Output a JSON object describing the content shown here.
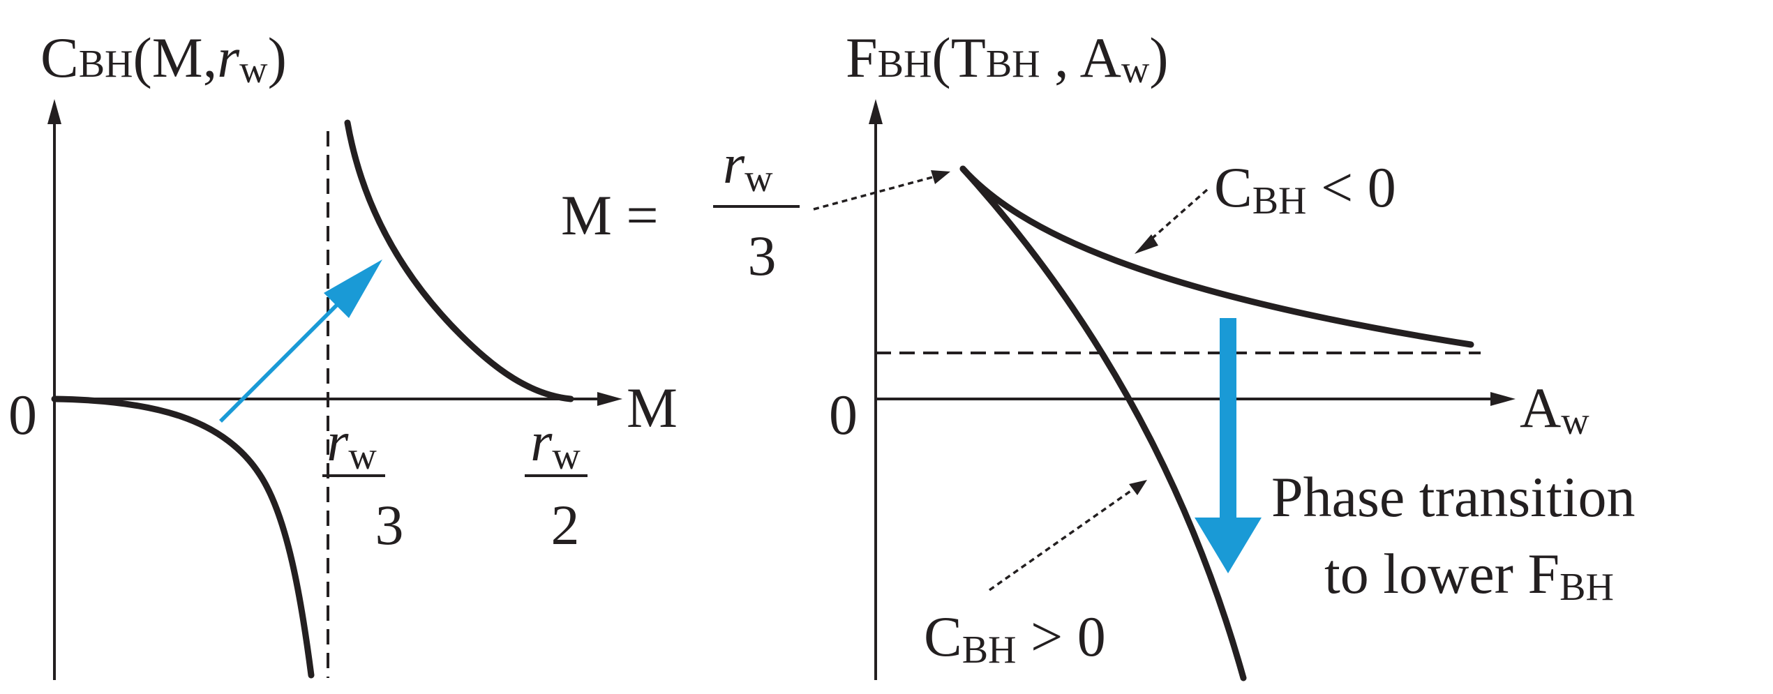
{
  "left_panel": {
    "title": {
      "main": "C",
      "sub": "BH",
      "args_open": "(M,",
      "arg_italic": "r",
      "arg_sub": "w",
      "close": ")"
    },
    "x_axis_label": "M",
    "origin_label": "0",
    "tick_third": {
      "numer": "r",
      "numer_sub": "w",
      "denom": "3"
    },
    "tick_half": {
      "numer": "r",
      "numer_sub": "w",
      "denom": "2"
    }
  },
  "right_panel": {
    "title": {
      "main": "F",
      "sub": "BH",
      "open": "(T",
      "t_sub": "BH",
      "comma": " , A",
      "a_sub": "w",
      "close": ")"
    },
    "x_axis_label": {
      "main": "A",
      "sub": "w"
    },
    "origin_label": "0",
    "annotation_mass": {
      "lhs": "M =",
      "numer": "r",
      "numer_sub": "w",
      "denom": "3"
    },
    "annotation_negative": {
      "main": "C",
      "sub": "BH",
      "rel": " < 0"
    },
    "annotation_positive": {
      "main": "C",
      "sub": "BH",
      "rel": " > 0"
    },
    "phase_note": {
      "line1": "Phase transition",
      "line2_main": "to lower F",
      "line2_sub": "BH"
    }
  },
  "colors": {
    "ink": "#231f20",
    "accent_arrow": "#1a9ad6"
  }
}
